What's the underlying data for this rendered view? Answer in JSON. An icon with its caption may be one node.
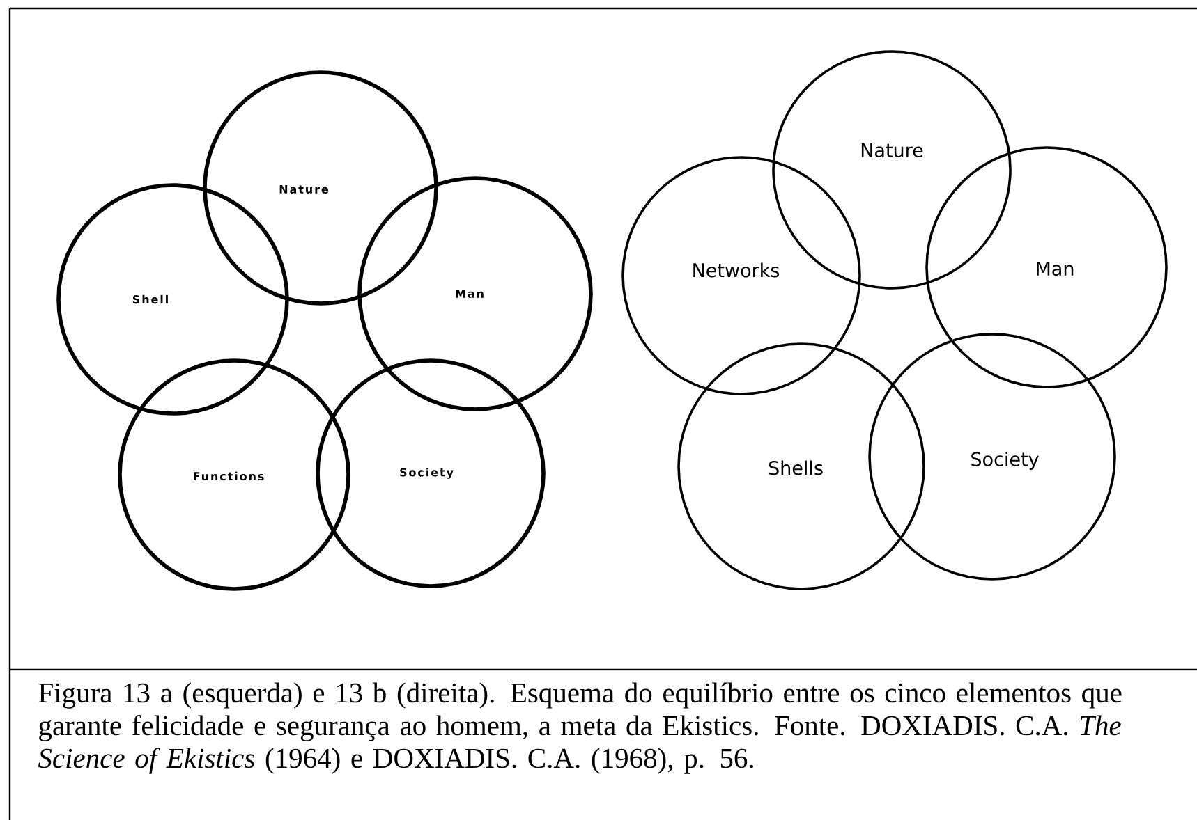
{
  "diagram": {
    "caption": "Figura 13 a (esquerda) e 13 b (direita). Esquema do equilíbrio entre os cinco elementos que garante felicidade e segurança ao homem, a meta da Ekistics. Fonte. DOXIADIS. C.A. *The Science of Ekistics* (1964) e DOXIADIS. C.A.  (1968), p. 56.",
    "nodes": [
      {
        "text": [
          "Nature"
        ]
      },
      {
        "text": [
          "Shell"
        ]
      },
      {
        "text": [
          "Man"
        ]
      },
      {
        "text": [
          "Functions"
        ]
      },
      {
        "text": [
          "Society"
        ]
      },
      {
        "text": [
          "Nature"
        ]
      },
      {
        "text": [
          "Networks"
        ]
      },
      {
        "text": [
          "Man"
        ]
      },
      {
        "text": [
          "Shells"
        ]
      },
      {
        "text": [
          "Society"
        ]
      }
    ],
    "edges": []
  }
}
